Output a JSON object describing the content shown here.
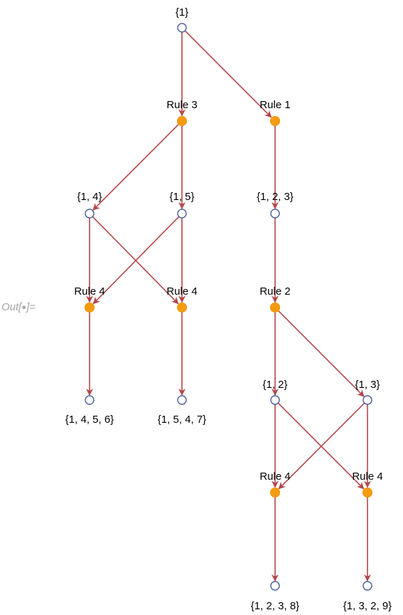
{
  "output_prompt": {
    "prefix": "Out[",
    "suffix": "]="
  },
  "graph": {
    "nodes": [
      {
        "id": "s0",
        "kind": "state",
        "label": "{1}"
      },
      {
        "id": "e0",
        "kind": "event",
        "label": "Rule 3"
      },
      {
        "id": "e1",
        "kind": "event",
        "label": "Rule 1"
      },
      {
        "id": "s1",
        "kind": "state",
        "label": "{1, 4}"
      },
      {
        "id": "s2",
        "kind": "state",
        "label": "{1, 5}"
      },
      {
        "id": "s3",
        "kind": "state",
        "label": "{1, 2, 3}"
      },
      {
        "id": "e2",
        "kind": "event",
        "label": "Rule 4"
      },
      {
        "id": "e3",
        "kind": "event",
        "label": "Rule 4"
      },
      {
        "id": "e4",
        "kind": "event",
        "label": "Rule 2"
      },
      {
        "id": "s4",
        "kind": "state",
        "label": "{1, 4, 5, 6}"
      },
      {
        "id": "s5",
        "kind": "state",
        "label": "{1, 5, 4, 7}"
      },
      {
        "id": "s6",
        "kind": "state",
        "label": "{1, 2}"
      },
      {
        "id": "s7",
        "kind": "state",
        "label": "{1, 3}"
      },
      {
        "id": "e5",
        "kind": "event",
        "label": "Rule 4"
      },
      {
        "id": "e6",
        "kind": "event",
        "label": "Rule 4"
      },
      {
        "id": "s8",
        "kind": "state",
        "label": "{1, 2, 3, 8}"
      },
      {
        "id": "s9",
        "kind": "state",
        "label": "{1, 3, 2, 9}"
      }
    ],
    "edges": [
      [
        "s0",
        "e0"
      ],
      [
        "s0",
        "e1"
      ],
      [
        "e0",
        "s1"
      ],
      [
        "e0",
        "s2"
      ],
      [
        "e1",
        "s3"
      ],
      [
        "s1",
        "e2"
      ],
      [
        "s1",
        "e3"
      ],
      [
        "s2",
        "e2"
      ],
      [
        "s2",
        "e3"
      ],
      [
        "s3",
        "e4"
      ],
      [
        "e2",
        "s4"
      ],
      [
        "e3",
        "s5"
      ],
      [
        "e4",
        "s6"
      ],
      [
        "e4",
        "s7"
      ],
      [
        "s6",
        "e5"
      ],
      [
        "s6",
        "e6"
      ],
      [
        "s7",
        "e5"
      ],
      [
        "s7",
        "e6"
      ],
      [
        "e5",
        "s8"
      ],
      [
        "e6",
        "s9"
      ]
    ],
    "colors": {
      "state_fill": "#ffffff",
      "state_stroke": "#4a5f9c",
      "event_fill": "#f39c12",
      "edge": "#b2474a"
    }
  }
}
